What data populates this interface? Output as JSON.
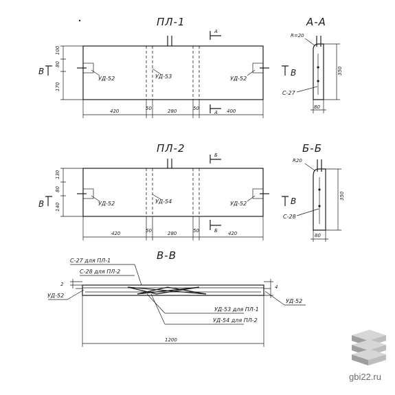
{
  "sheet": {
    "titles": {
      "pl1": "ПЛ-1",
      "pl2": "ПЛ-2",
      "aa": "А-А",
      "bb": "Б-Б",
      "vv": "В-В"
    },
    "cut_letters": {
      "a": "А",
      "b": "Б",
      "v": "В"
    },
    "pl1": {
      "loops": {
        "left": "УД-52",
        "middle": "УД-53",
        "right": "УД-52"
      },
      "dims_bottom": [
        "420",
        "50",
        "280",
        "50",
        "400"
      ],
      "dims_left": [
        "100",
        "80",
        "170"
      ]
    },
    "pl2": {
      "loops": {
        "left": "УД-52",
        "middle": "УД-54",
        "right": "УД-52"
      },
      "dims_bottom": [
        "420",
        "50",
        "280",
        "50",
        "420"
      ],
      "dims_left": [
        "130",
        "80",
        "140"
      ]
    },
    "section_aa": {
      "radius": "R=20",
      "rebar": "С-27",
      "height": "350",
      "width": "80"
    },
    "section_bb": {
      "radius": "R20",
      "rebar": "С-28",
      "height": "350",
      "width": "80"
    },
    "section_vv": {
      "note_top_1": "С-27 для ПЛ-1",
      "note_top_2": "С-28 для ПЛ-2",
      "loop_left": "УД-52",
      "loop_right": "УД-52",
      "note_bottom_1": "УД-53 для ПЛ-1",
      "note_bottom_2": "УД-54 для ПЛ-2",
      "length": "1200",
      "dim_left": "2",
      "dim_right": "4"
    }
  },
  "watermark": {
    "text": "gbi22.ru",
    "icon": "stacked-slabs-icon"
  }
}
